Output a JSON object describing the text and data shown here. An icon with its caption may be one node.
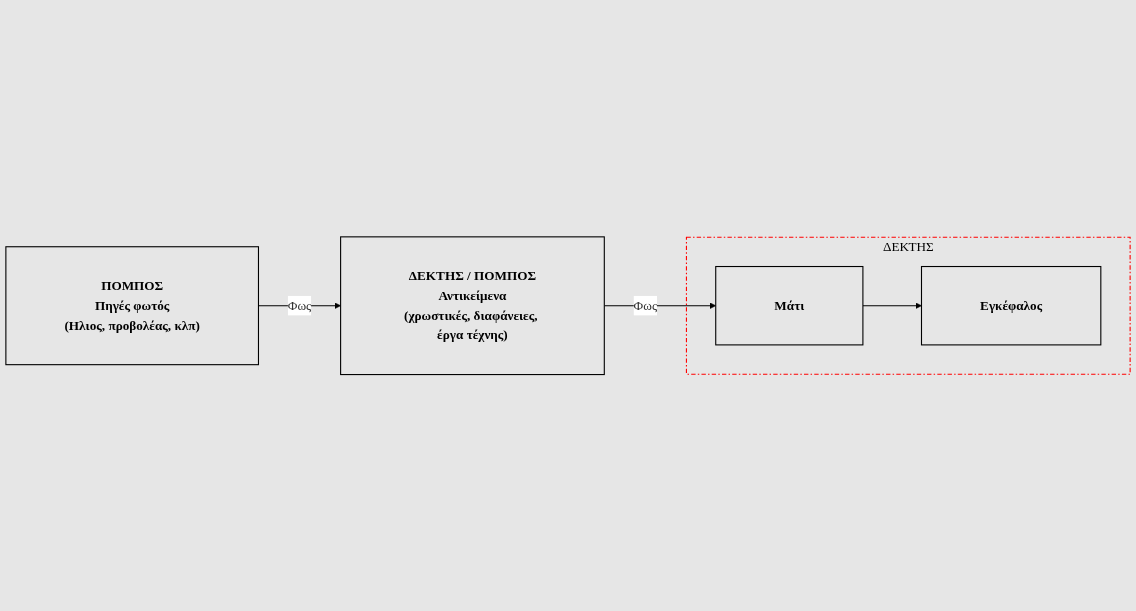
{
  "diagram": {
    "nodes": [
      {
        "text": [
          "ΠΟΜΠΟΣ",
          "Πηγές φωτός",
          "(Ηλιος, προβολέας, κλπ)"
        ]
      },
      {
        "text": [
          "ΔΕΚΤΗΣ / ΠΟΜΠΟΣ",
          "Αντικείμενα",
          "(χρωστικές, διαφάνειες, έργα τέχνης)"
        ]
      },
      {
        "text": [
          "ΔΕΚΤΗΣ"
        ]
      },
      {
        "text": [
          "Μάτι"
        ],
        "in": 2
      },
      {
        "text": [
          "Εγκέφαλος"
        ],
        "in": 2
      }
    ],
    "edges": [
      {
        "from": 0,
        "to": 1,
        "arrow": "to",
        "label": "Φως"
      },
      {
        "from": 1,
        "to": 3,
        "arrow": "to",
        "label": "Φως"
      },
      {
        "from": 3,
        "to": 4,
        "arrow": "to"
      }
    ]
  }
}
